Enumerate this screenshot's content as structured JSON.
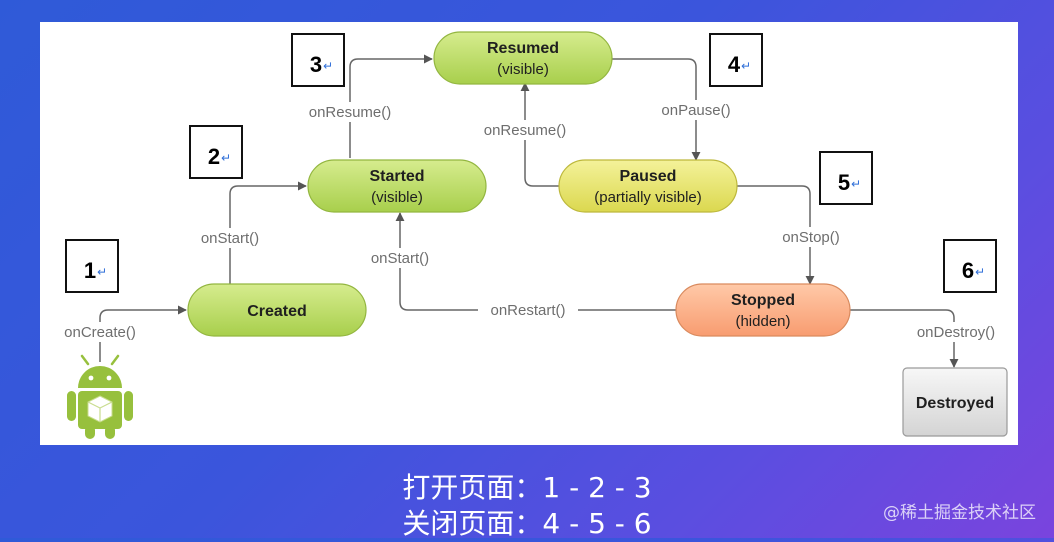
{
  "diagram": {
    "nodes": {
      "resumed": {
        "title": "Resumed",
        "subtitle": "(visible)"
      },
      "started": {
        "title": "Started",
        "subtitle": "(visible)"
      },
      "paused": {
        "title": "Paused",
        "subtitle": "(partially visible)"
      },
      "created": {
        "title": "Created",
        "subtitle": ""
      },
      "stopped": {
        "title": "Stopped",
        "subtitle": "(hidden)"
      },
      "destroyed": {
        "title": "Destroyed",
        "subtitle": ""
      }
    },
    "edges": {
      "on_create": "onCreate()",
      "on_start_1": "onStart()",
      "on_resume_1": "onResume()",
      "on_pause": "onPause()",
      "on_resume_2": "onResume()",
      "on_stop": "onStop()",
      "on_start_2": "onStart()",
      "on_restart": "onRestart()",
      "on_destroy": "onDestroy()"
    },
    "steps": [
      "1",
      "2",
      "3",
      "4",
      "5",
      "6"
    ],
    "return_mark": "↵",
    "colors": {
      "green": "#b9dc62",
      "yellow": "#e7e56a",
      "orange": "#fbb08a",
      "gray": "#e6e6e6",
      "android": "#97c03d"
    }
  },
  "caption": {
    "line1": "打开页面：1 - 2 - 3",
    "line2": "关闭页面：4 - 5 - 6"
  },
  "watermark": "@稀土掘金技术社区"
}
